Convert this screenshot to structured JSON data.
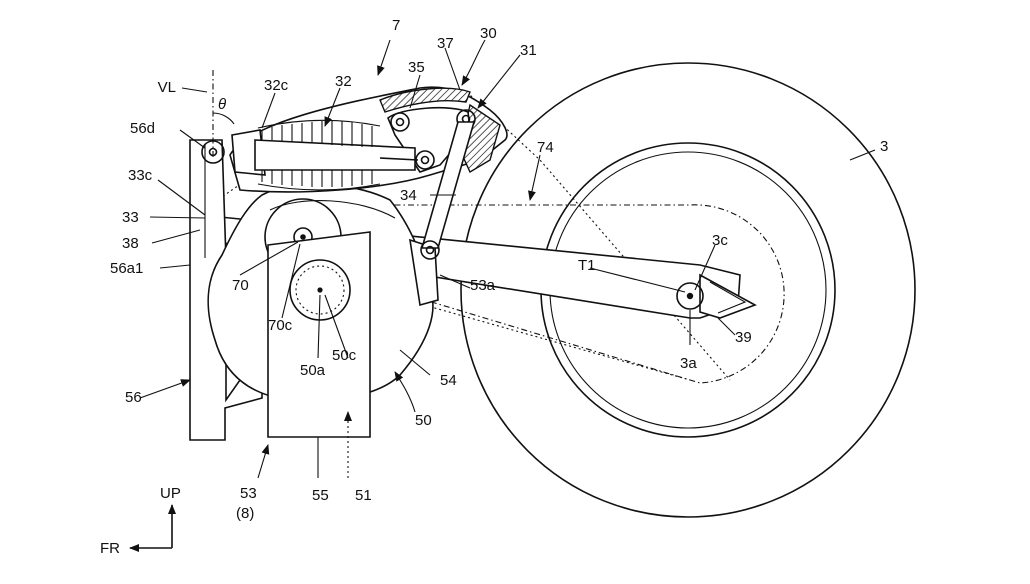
{
  "labels": {
    "vl": "VL",
    "theta": "θ",
    "l7": "7",
    "l37": "37",
    "l30": "30",
    "l31": "31",
    "l35": "35",
    "l32": "32",
    "l32c": "32c",
    "l56d": "56d",
    "l3": "3",
    "l74": "74",
    "l33c": "33c",
    "l34": "34",
    "l33": "33",
    "l38": "38",
    "l56a1": "56a1",
    "l70": "70",
    "l53a": "53a",
    "lT1": "T1",
    "l3c": "3c",
    "l70c": "70c",
    "l50a": "50a",
    "l50c": "50c",
    "l54": "54",
    "l39": "39",
    "l3a": "3a",
    "l56": "56",
    "l50": "50",
    "l53": "53",
    "l8": "(8)",
    "l55": "55",
    "l51": "51",
    "up": "UP",
    "fr": "FR"
  }
}
